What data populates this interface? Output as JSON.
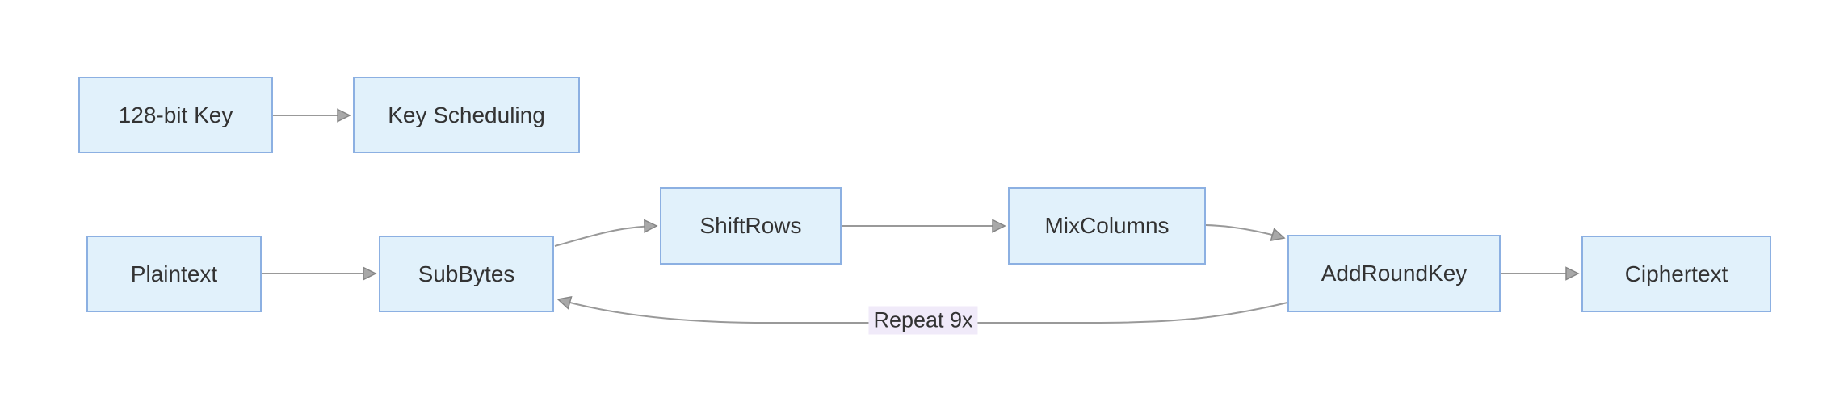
{
  "diagram": {
    "type": "flowchart",
    "nodes": [
      {
        "id": "key128",
        "label": "128-bit Key"
      },
      {
        "id": "keysched",
        "label": "Key Scheduling"
      },
      {
        "id": "plaintext",
        "label": "Plaintext"
      },
      {
        "id": "subbytes",
        "label": "SubBytes"
      },
      {
        "id": "shiftrows",
        "label": "ShiftRows"
      },
      {
        "id": "mixcolumns",
        "label": "MixColumns"
      },
      {
        "id": "addroundkey",
        "label": "AddRoundKey"
      },
      {
        "id": "ciphertext",
        "label": "Ciphertext"
      }
    ],
    "edges": [
      {
        "from": "128-bit Key",
        "to": "Key Scheduling",
        "label": ""
      },
      {
        "from": "Plaintext",
        "to": "SubBytes",
        "label": ""
      },
      {
        "from": "SubBytes",
        "to": "ShiftRows",
        "label": ""
      },
      {
        "from": "ShiftRows",
        "to": "MixColumns",
        "label": ""
      },
      {
        "from": "MixColumns",
        "to": "AddRoundKey",
        "label": ""
      },
      {
        "from": "AddRoundKey",
        "to": "Ciphertext",
        "label": ""
      },
      {
        "from": "AddRoundKey",
        "to": "SubBytes",
        "label": "Repeat 9x"
      }
    ],
    "colors": {
      "node_fill": "#e1f1fb",
      "node_border": "#8cb0e2",
      "edge": "#999999",
      "arrow_fill": "#a8a8a8",
      "arrow_stroke": "#868686",
      "edge_label_bg": "#f0eaf9",
      "text": "#333333"
    }
  }
}
